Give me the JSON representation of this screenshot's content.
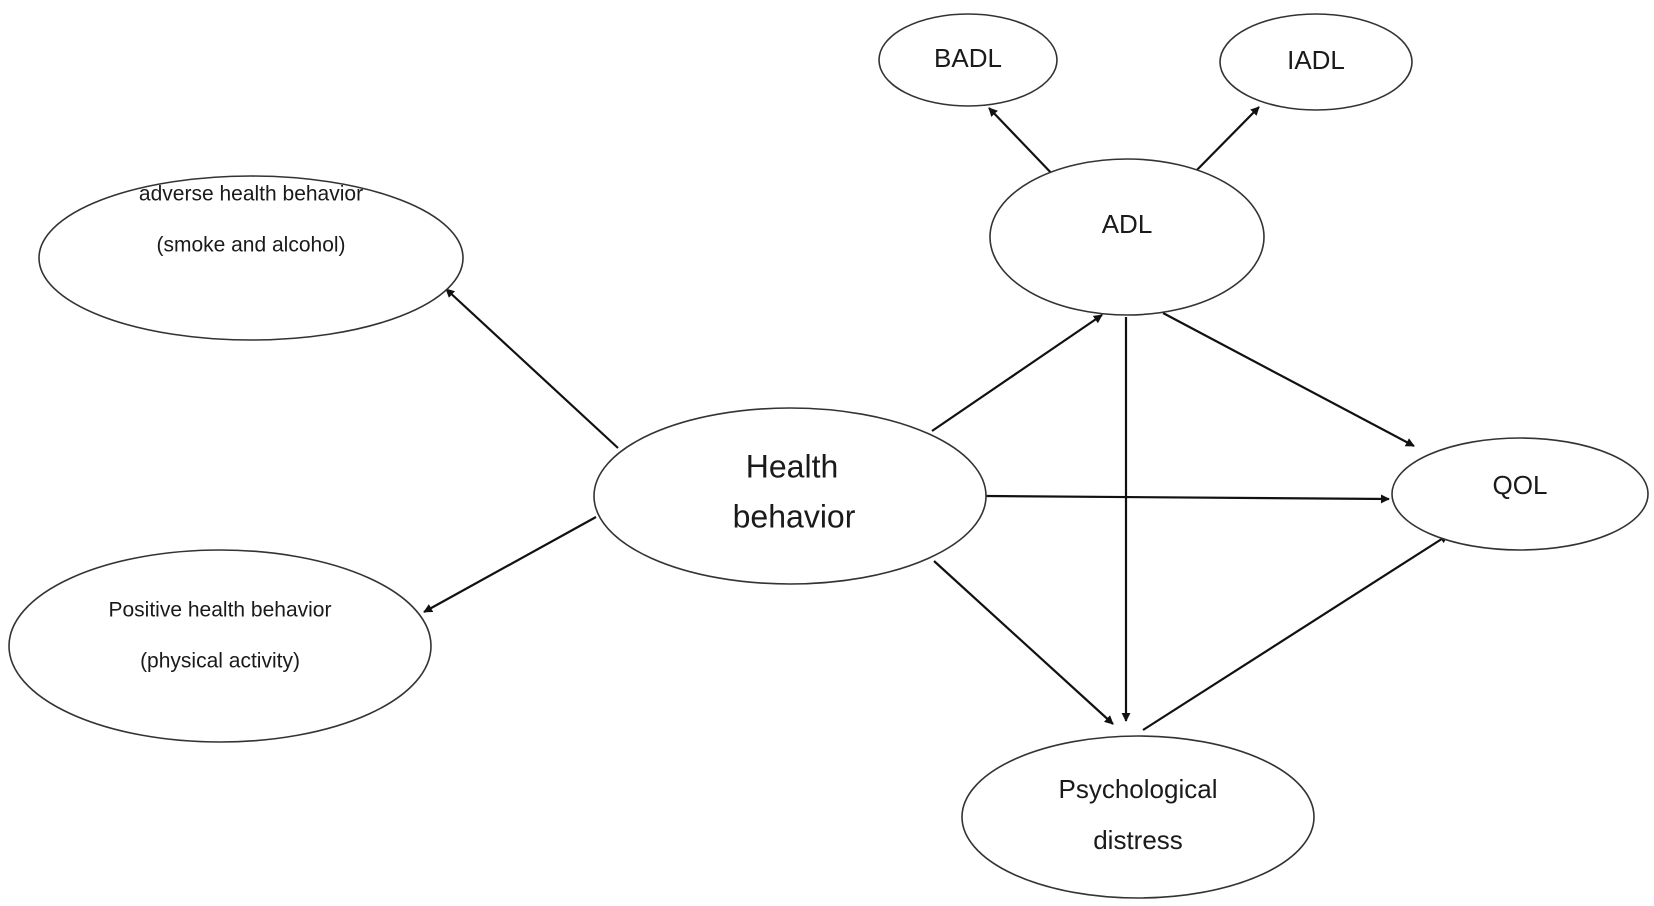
{
  "diagram": {
    "nodes": {
      "health": {
        "lines": [
          "Health",
          "behavior"
        ]
      },
      "adverse": {
        "lines": [
          "adverse health behavior",
          "(smoke and alcohol)"
        ]
      },
      "positive": {
        "lines": [
          "Positive health behavior",
          "(physical activity)"
        ]
      },
      "adl": {
        "lines": [
          "ADL"
        ]
      },
      "badl": {
        "lines": [
          "BADL"
        ]
      },
      "iadl": {
        "lines": [
          "IADL"
        ]
      },
      "qol": {
        "lines": [
          "QOL"
        ]
      },
      "distress": {
        "lines": [
          "Psychological",
          "distress"
        ]
      }
    },
    "edges": [
      {
        "from": "health",
        "to": "adverse"
      },
      {
        "from": "health",
        "to": "positive"
      },
      {
        "from": "health",
        "to": "adl"
      },
      {
        "from": "health",
        "to": "qol"
      },
      {
        "from": "health",
        "to": "distress"
      },
      {
        "from": "adl",
        "to": "badl"
      },
      {
        "from": "adl",
        "to": "iadl"
      },
      {
        "from": "adl",
        "to": "qol"
      },
      {
        "from": "adl",
        "to": "distress"
      },
      {
        "from": "distress",
        "to": "qol"
      }
    ]
  }
}
